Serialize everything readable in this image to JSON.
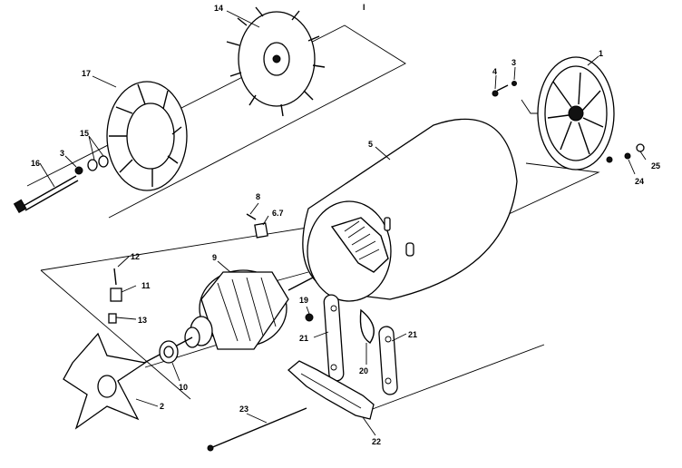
{
  "labels": {
    "corner_mark": "I",
    "p1": "1",
    "p2": "2",
    "p3a": "3",
    "p3b": "3",
    "p4": "4",
    "p5": "5",
    "p67": "6.7",
    "p8": "8",
    "p9": "9",
    "p10": "10",
    "p11": "11",
    "p12": "12",
    "p13": "13",
    "p14": "14",
    "p15": "15",
    "p16": "16",
    "p17": "17",
    "p19": "19",
    "p20": "20",
    "p21a": "21",
    "p21b": "21",
    "p22": "22",
    "p23": "23",
    "p24": "24",
    "p25": "25"
  }
}
